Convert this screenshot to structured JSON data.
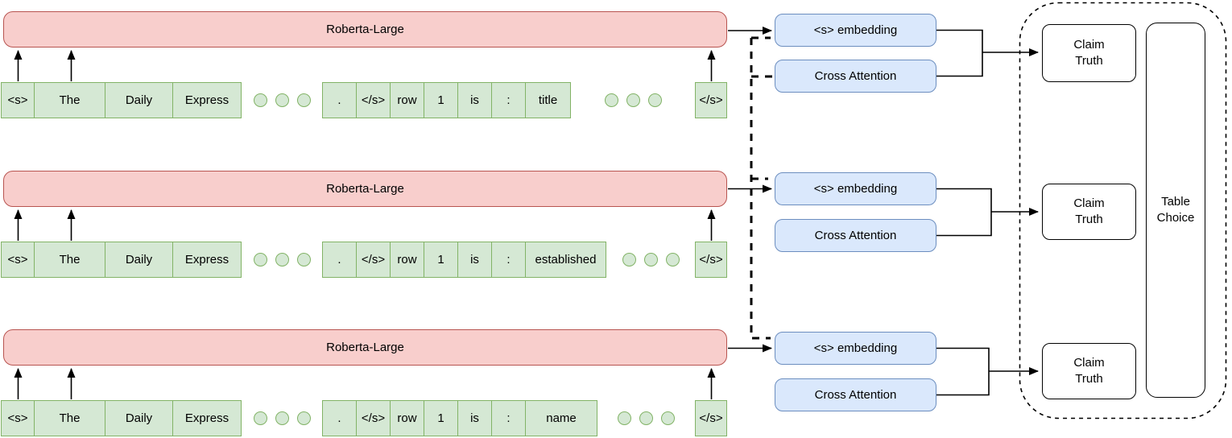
{
  "rows": [
    {
      "encoder": "Roberta-Large",
      "tokens": [
        "<s>",
        "The",
        "Daily",
        "Express",
        ".",
        "</s>",
        "row",
        "1",
        "is",
        ":"
      ],
      "variable_token": "title",
      "end_token": "</s>",
      "embedding": "<s> embedding",
      "cross_attention": "Cross Attention",
      "claim": {
        "line1": "Claim",
        "line2": "Truth"
      }
    },
    {
      "encoder": "Roberta-Large",
      "tokens": [
        "<s>",
        "The",
        "Daily",
        "Express",
        ".",
        "</s>",
        "row",
        "1",
        "is",
        ":"
      ],
      "variable_token": "established",
      "end_token": "</s>",
      "embedding": "<s> embedding",
      "cross_attention": "Cross Attention",
      "claim": {
        "line1": "Claim",
        "line2": "Truth"
      }
    },
    {
      "encoder": "Roberta-Large",
      "tokens": [
        "<s>",
        "The",
        "Daily",
        "Express",
        ".",
        "</s>",
        "row",
        "1",
        "is",
        ":"
      ],
      "variable_token": "name",
      "end_token": "</s>",
      "embedding": "<s> embedding",
      "cross_attention": "Cross Attention",
      "claim": {
        "line1": "Claim",
        "line2": "Truth"
      }
    }
  ],
  "table_choice": {
    "line1": "Table",
    "line2": "Choice"
  },
  "colors": {
    "encoder_fill": "#f8cecc",
    "encoder_stroke": "#b85450",
    "token_fill": "#d5e8d4",
    "token_stroke": "#82b366",
    "blue_fill": "#dae8fc",
    "blue_stroke": "#6c8ebf",
    "line": "#000000"
  }
}
